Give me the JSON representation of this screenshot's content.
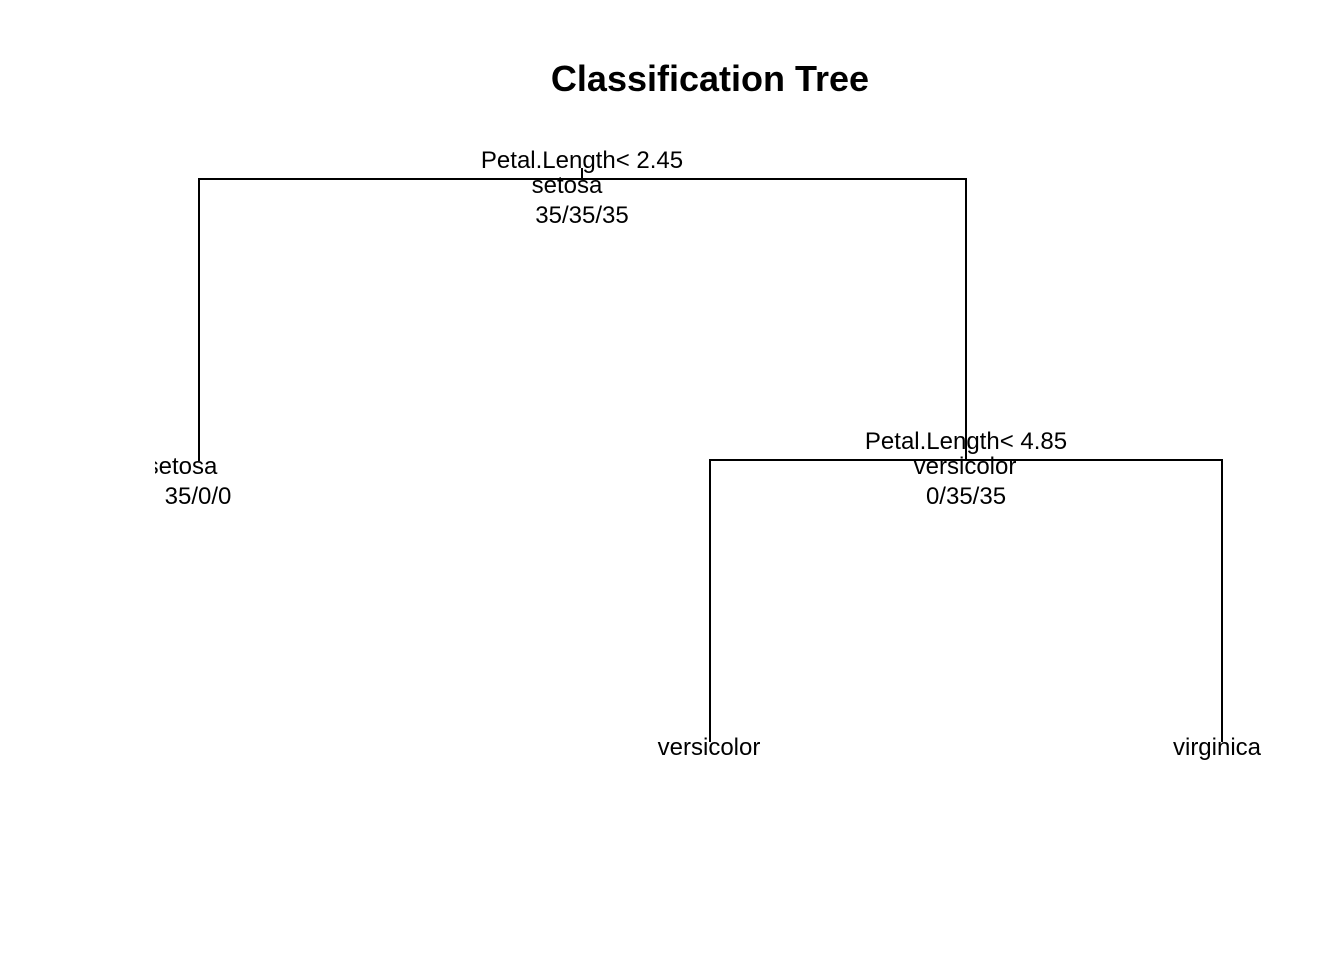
{
  "title": "Classification Tree",
  "tree": {
    "root": {
      "split": "Petal.Length< 2.45",
      "class": "setosa",
      "counts": "35/35/35"
    },
    "leaf_left": {
      "class": "setosa",
      "counts": "35/0/0"
    },
    "internal_right": {
      "split": "Petal.Length< 4.85",
      "class": "versicolor",
      "counts": "0/35/35"
    },
    "leaf_right_left": {
      "class": "versicolor"
    },
    "leaf_right_right": {
      "class": "virginica"
    }
  },
  "colors": {
    "lines": "#000000",
    "text": "#000000",
    "background": "#ffffff"
  }
}
